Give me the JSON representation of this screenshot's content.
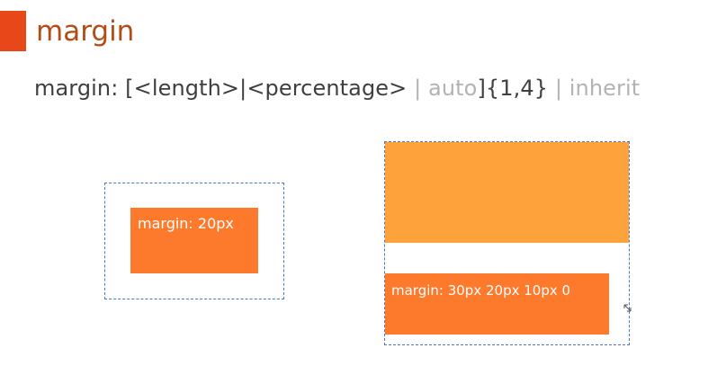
{
  "slide": {
    "title": "margin",
    "accent_color": "#e8471a",
    "title_color": "#b24d16"
  },
  "syntax": {
    "part1": "margin: [<length>|<percentage> ",
    "part2": "| auto",
    "part3": "]{1,4} ",
    "part4": "| inherit"
  },
  "examples": {
    "left_box_label": "margin: 20px",
    "right_box_label": "margin: 30px 20px 10px 0"
  },
  "colors": {
    "dashed_border": "#4a78c6",
    "orange_dark": "#fd7a2c",
    "orange_light": "#fea23b"
  },
  "icons": {
    "cursor": "resize-cursor-icon"
  }
}
